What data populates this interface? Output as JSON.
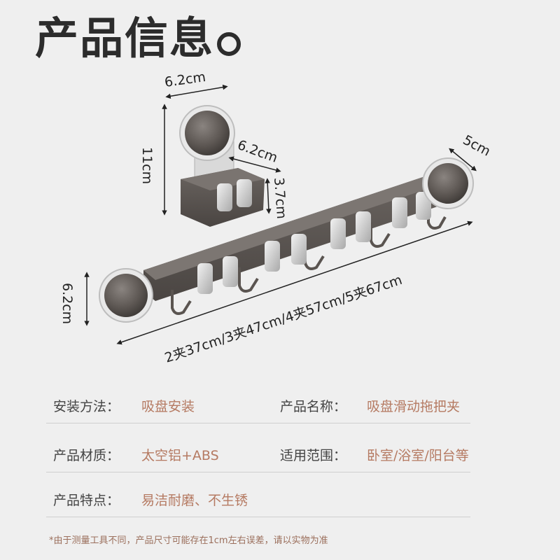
{
  "title": "产品信息",
  "dimensions": {
    "small_width": "6.2cm",
    "small_height": "11cm",
    "small_depth": "6.2cm",
    "small_clip_height": "3.7cm",
    "bar_depth": "5cm",
    "bar_height": "6.2cm",
    "bar_lengths": "2夹37cm/3夹47cm/4夹57cm/5夹67cm"
  },
  "specs": {
    "install_method": {
      "key": "安装方法：",
      "value": "吸盘安装"
    },
    "product_name": {
      "key": "产品名称：",
      "value": "吸盘滑动拖把夹"
    },
    "material": {
      "key": "产品材质：",
      "value": "太空铝+ABS"
    },
    "scope": {
      "key": "适用范围：",
      "value": "卧室/浴室/阳台等"
    },
    "features": {
      "key": "产品特点：",
      "value": "易洁耐磨、不生锈"
    }
  },
  "note": "*由于测量工具不同，产品尺寸可能存在1cm左右误差，请以实物为准",
  "colors": {
    "background": "#efefef",
    "metal_dark": "#5f5a56",
    "value_text": "#b57a62"
  }
}
